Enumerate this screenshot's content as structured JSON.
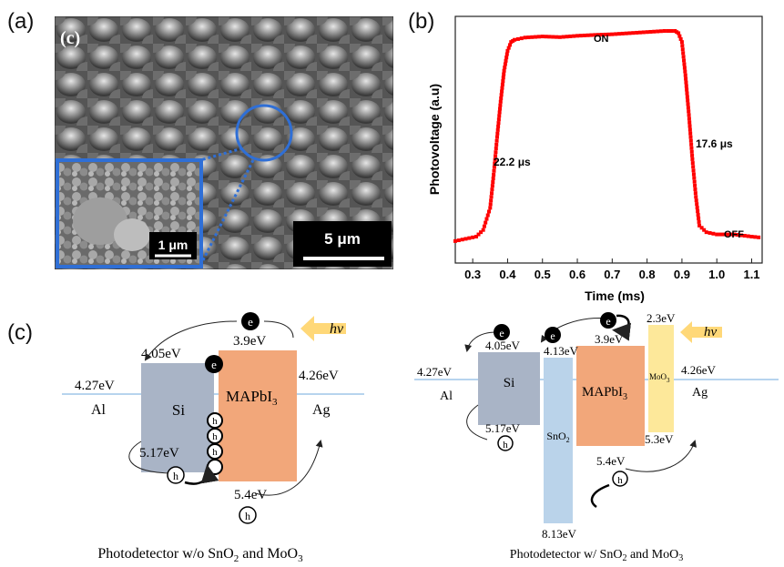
{
  "labels": {
    "a": "(a)",
    "b": "(b)",
    "c": "(c)"
  },
  "sem": {
    "inner_label": "(c)",
    "inset_scale": "1 μm",
    "main_scale": "5 μm"
  },
  "chart_data": {
    "type": "line",
    "xlabel": "Time (ms)",
    "ylabel": "Photovoltage (a.u)",
    "xlim": [
      0.25,
      1.13
    ],
    "xticks": [
      "0.3",
      "0.4",
      "0.5",
      "0.6",
      "0.7",
      "0.8",
      "0.9",
      "1.0",
      "1.1"
    ],
    "series": [
      {
        "x": [
          0.25,
          0.28,
          0.31,
          0.33,
          0.35,
          0.36,
          0.37,
          0.38,
          0.39,
          0.4,
          0.41,
          0.42,
          0.45,
          0.5,
          0.55,
          0.6,
          0.65,
          0.7,
          0.75,
          0.8,
          0.85,
          0.88,
          0.89,
          0.9,
          0.91,
          0.92,
          0.93,
          0.94,
          0.95,
          0.97,
          1.0,
          1.05,
          1.1,
          1.13
        ],
        "y": [
          0.05,
          0.06,
          0.07,
          0.1,
          0.2,
          0.35,
          0.52,
          0.68,
          0.82,
          0.91,
          0.95,
          0.96,
          0.97,
          0.975,
          0.972,
          0.978,
          0.982,
          0.985,
          0.99,
          0.995,
          1.0,
          1.0,
          0.99,
          0.95,
          0.8,
          0.62,
          0.42,
          0.25,
          0.12,
          0.09,
          0.08,
          0.08,
          0.07,
          0.065
        ]
      }
    ],
    "annotations": {
      "on": "ON",
      "off": "OFF",
      "rise": "22.2 μs",
      "fall": "17.6 μs"
    }
  },
  "left_diagram": {
    "al_level": "4.27eV",
    "al": "Al",
    "si": "Si",
    "si_top": "4.05eV",
    "si_bottom": "5.17eV",
    "mapbi_name": "MAPbI",
    "mapbi_sub": "3",
    "mapbi_top": "3.9eV",
    "mapbi_bottom": "5.4eV",
    "ag_level": "4.26eV",
    "ag": "Ag",
    "hv": "hv",
    "electron": "e",
    "hole": "h",
    "caption": "Photodetector w/o SnO",
    "caption_sub": "2",
    "caption_rest": " and MoO",
    "caption_sub2": "3"
  },
  "right_diagram": {
    "al_level": "4.27eV",
    "al": "Al",
    "si": "Si",
    "si_top": "4.05eV",
    "si_bottom": "5.17eV",
    "sno2_top": "4.13eV",
    "sno2_bottom": "8.13eV",
    "sno2_name": "SnO",
    "sno2_sub": "2",
    "mapbi_name": "MAPbI",
    "mapbi_sub": "3",
    "mapbi_top": "3.9eV",
    "mapbi_bottom": "5.4eV",
    "moo3_top": "2.3eV",
    "moo3_bottom": "5.3eV",
    "moo3_name": "MoO",
    "moo3_sub": "3",
    "ag_level": "4.26eV",
    "ag": "Ag",
    "hv": "hv",
    "electron": "e",
    "hole": "h",
    "caption": "Photodetector w/ SnO",
    "caption_sub": "2",
    "caption_rest": " and MoO",
    "caption_sub2": "3"
  }
}
